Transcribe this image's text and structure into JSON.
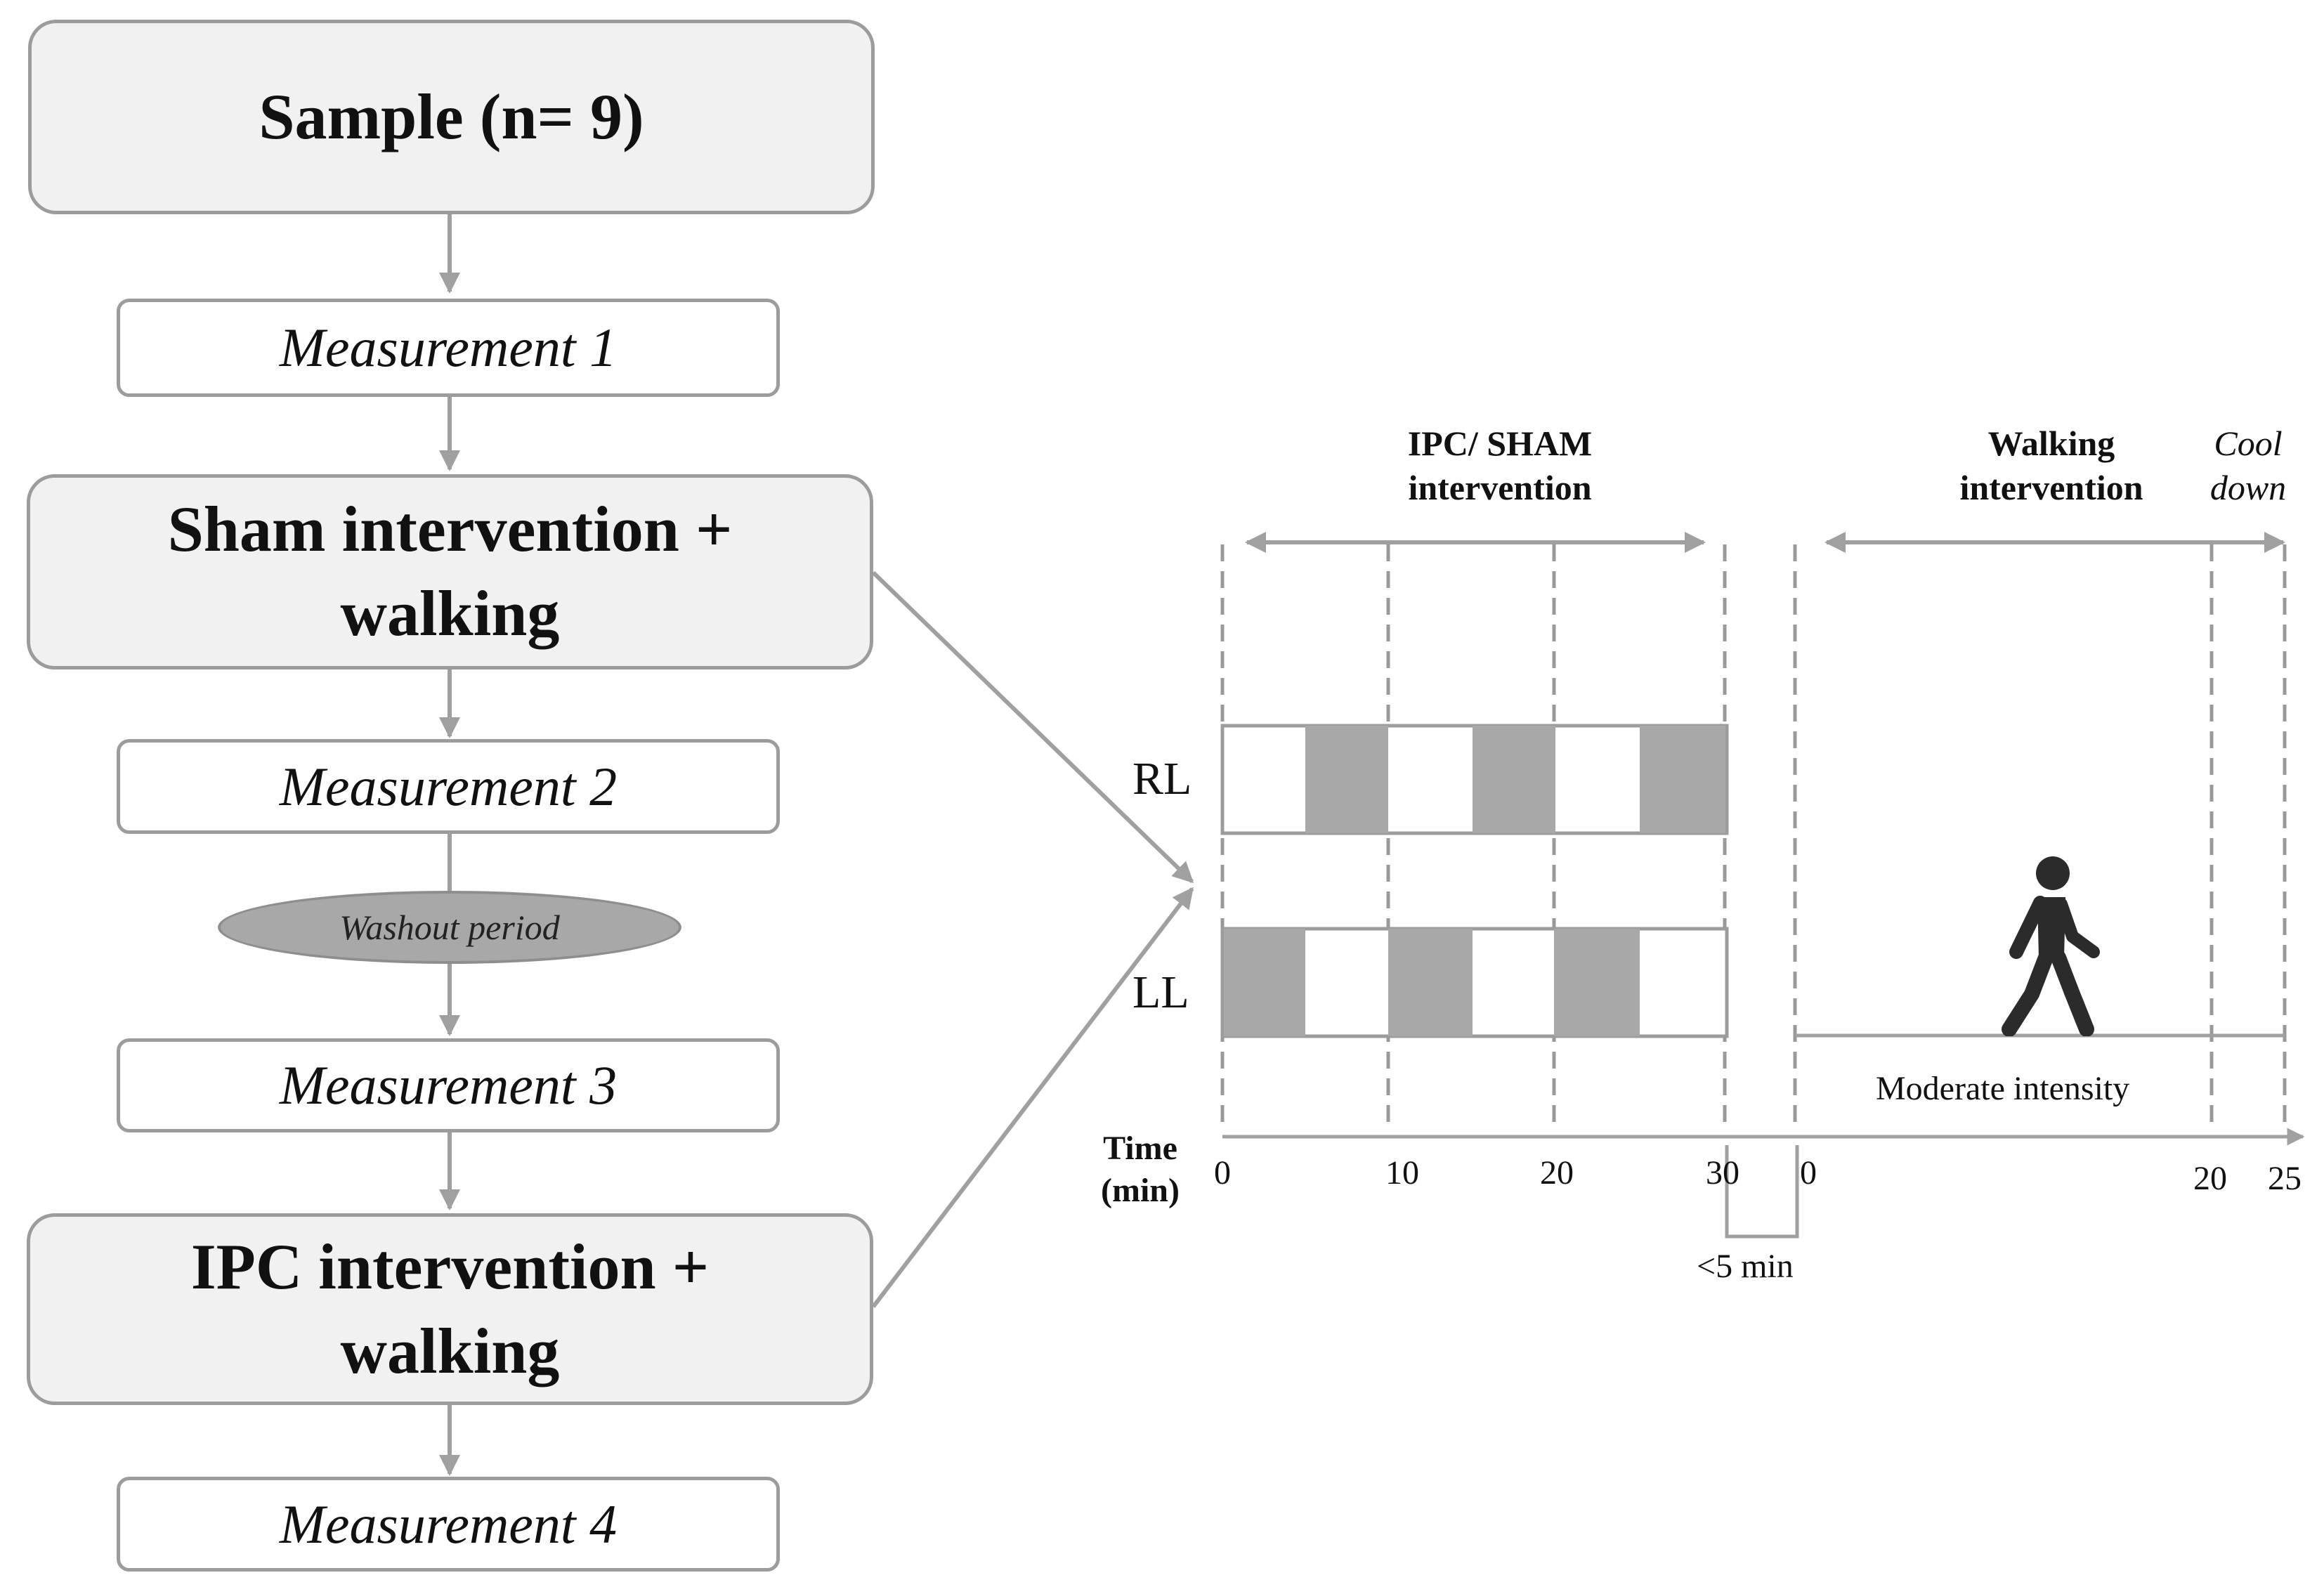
{
  "flow": {
    "sample": "Sample (n= 9)",
    "measurement_1": "Measurement 1",
    "sham_line1": "Sham intervention +",
    "sham_line2": "walking",
    "measurement_2": "Measurement 2",
    "washout": "Washout period",
    "measurement_3": "Measurement 3",
    "ipc_line1": "IPC intervention +",
    "ipc_line2": "walking",
    "measurement_4": "Measurement 4"
  },
  "timeline": {
    "ipc_sham_header_line1": "IPC/ SHAM",
    "ipc_sham_header_line2": "intervention",
    "walking_header_line1": "Walking",
    "walking_header_line2": "intervention",
    "cool_down_line1": "Cool",
    "cool_down_line2": "down",
    "rl_label": "RL",
    "ll_label": "LL",
    "time_label_line1": "Time",
    "time_label_line2": "(min)",
    "ticks_a": [
      "0",
      "10",
      "20",
      "30"
    ],
    "ticks_b": [
      "0",
      "20",
      "25"
    ],
    "gap_label": "<5 min",
    "intensity_label": "Moderate intensity",
    "walker_icon": "walking-person-icon"
  },
  "colors": {
    "box_fill": "#f1f1f1",
    "border": "#9c9c9c",
    "block_fill": "#a8a8a8",
    "washout_fill": "#a8a8a8"
  }
}
